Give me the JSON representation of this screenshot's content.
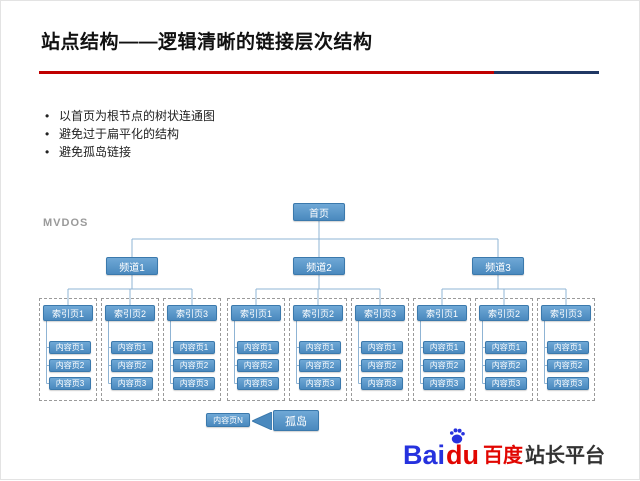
{
  "slide": {
    "title": "站点结构——逻辑清晰的链接层次结构",
    "bullets": [
      "以首页为根节点的树状连通图",
      "避免过于扁平化的结构",
      "避免孤岛链接"
    ]
  },
  "diagram": {
    "watermark": "MVDOS",
    "root": "首页",
    "channels": [
      "频道1",
      "频道2",
      "频道3"
    ],
    "index_pages": [
      "索引页1",
      "索引页2",
      "索引页3"
    ],
    "content_pages": [
      "内容页1",
      "内容页2",
      "内容页3"
    ],
    "island_source": "内容页N",
    "island_label": "孤岛"
  },
  "footer": {
    "logo_bai": "Bai",
    "logo_du": "du",
    "logo_cn": "百度",
    "logo_suffix": "站长平台"
  },
  "colors": {
    "rule_red": "#C00000",
    "rule_dark": "#203864",
    "node_fill_top": "#6FA8D6",
    "node_fill_bottom": "#4A89BE",
    "node_border": "#3B79AC",
    "connector": "#8FB4D4",
    "baidu_blue": "#2632DE",
    "baidu_red": "#E10601",
    "suffix_dark": "#333333"
  }
}
